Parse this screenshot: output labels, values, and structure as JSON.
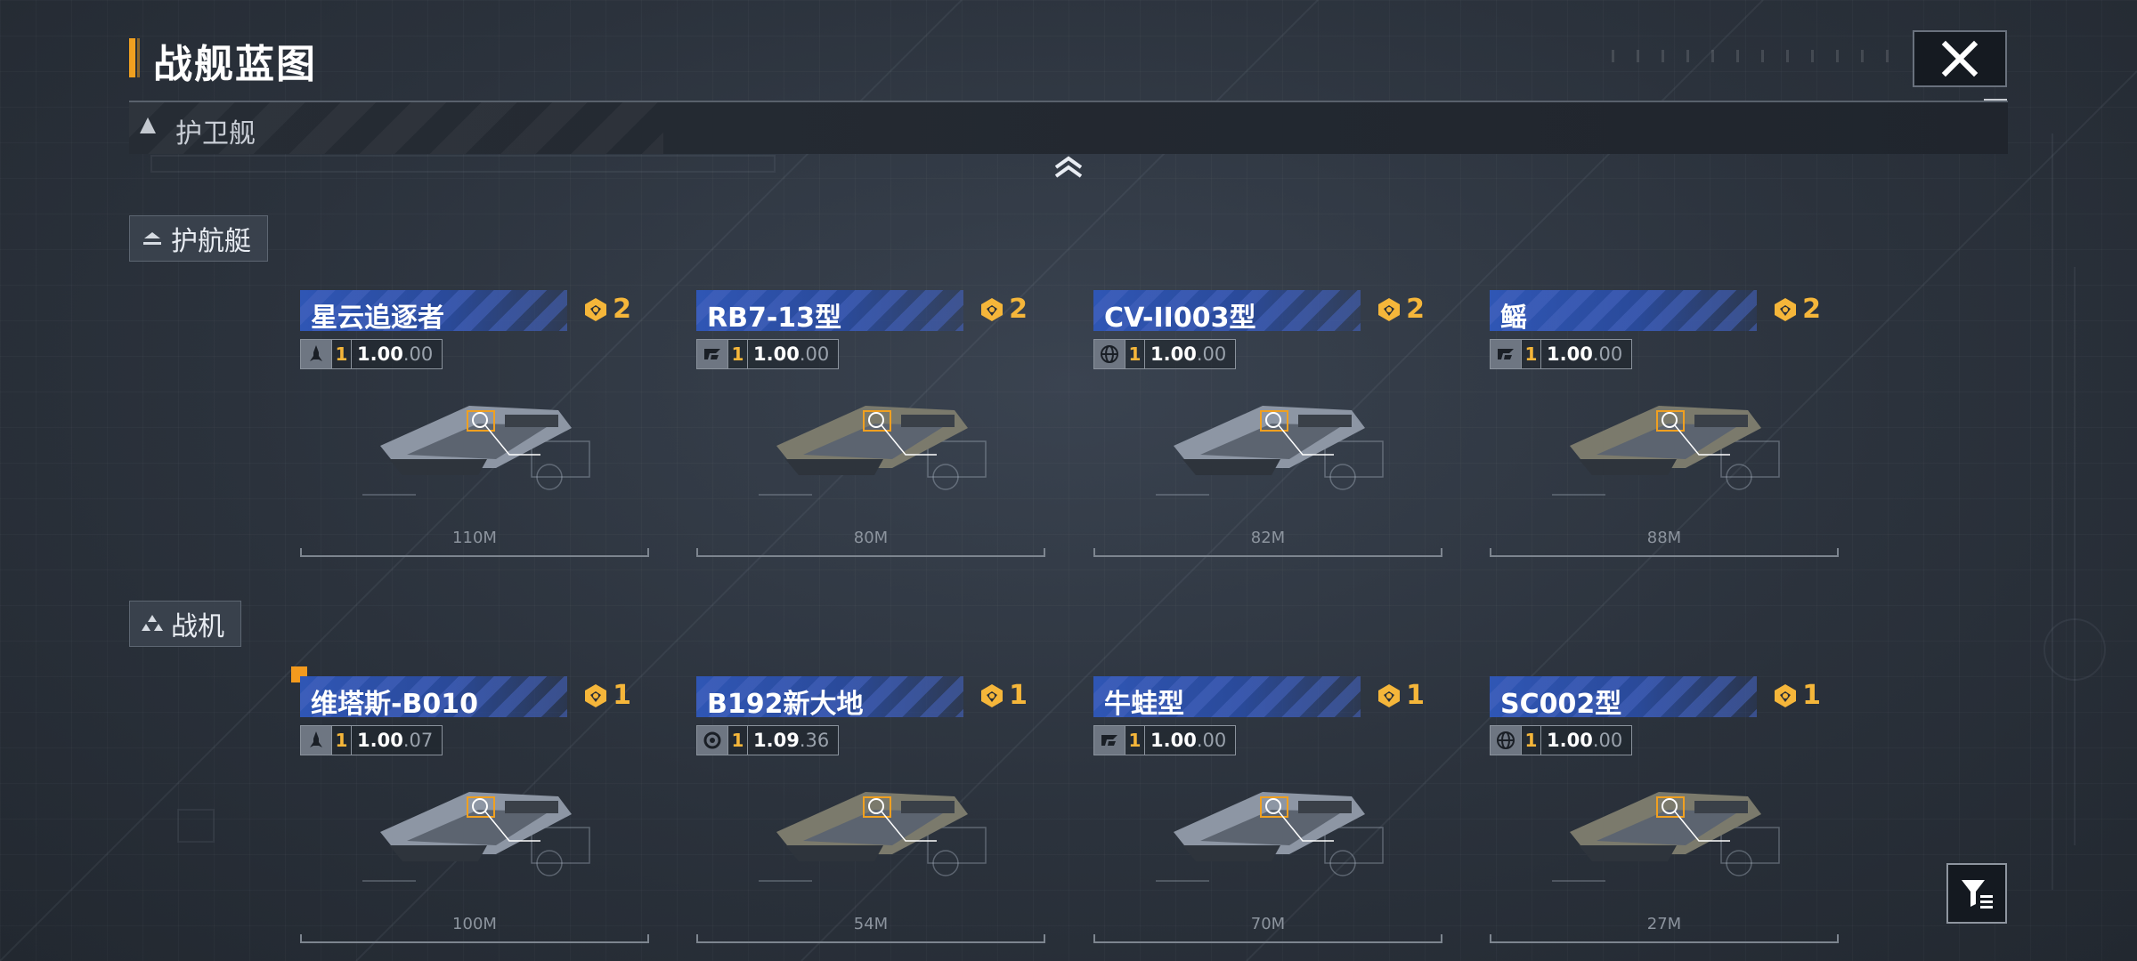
{
  "header": {
    "title": "战舰蓝图"
  },
  "category": {
    "label": "护卫舰"
  },
  "sections": [
    {
      "label": "护航艇",
      "cards": [
        {
          "name": "星云追逐者",
          "cost": "2",
          "level": "1",
          "mult_int": "1.00",
          "mult_dec": ".00",
          "length": "110M",
          "stat_icon": "rocket-icon"
        },
        {
          "name": "RB7-13型",
          "cost": "2",
          "level": "1",
          "mult_int": "1.00",
          "mult_dec": ".00",
          "length": "80M",
          "stat_icon": "faction-icon"
        },
        {
          "name": "CV-II003型",
          "cost": "2",
          "level": "1",
          "mult_int": "1.00",
          "mult_dec": ".00",
          "length": "82M",
          "stat_icon": "globe-icon"
        },
        {
          "name": "鳐",
          "cost": "2",
          "level": "1",
          "mult_int": "1.00",
          "mult_dec": ".00",
          "length": "88M",
          "stat_icon": "faction-icon"
        }
      ]
    },
    {
      "label": "战机",
      "cards": [
        {
          "name": "维塔斯-B010",
          "cost": "1",
          "level": "1",
          "mult_int": "1.00",
          "mult_dec": ".07",
          "length": "100M",
          "stat_icon": "rocket-icon"
        },
        {
          "name": "B192新大地",
          "cost": "1",
          "level": "1",
          "mult_int": "1.09",
          "mult_dec": ".36",
          "length": "54M",
          "stat_icon": "gear-icon"
        },
        {
          "name": "牛蛙型",
          "cost": "1",
          "level": "1",
          "mult_int": "1.00",
          "mult_dec": ".00",
          "length": "70M",
          "stat_icon": "faction-icon"
        },
        {
          "name": "SC002型",
          "cost": "1",
          "level": "1",
          "mult_int": "1.00",
          "mult_dec": ".00",
          "length": "27M",
          "stat_icon": "globe-icon"
        }
      ]
    }
  ],
  "colors": {
    "accent": "#f0a020",
    "cost": "#f5b63a",
    "name_bar": "#2f56b5",
    "new_badge": "#f39a1e"
  }
}
